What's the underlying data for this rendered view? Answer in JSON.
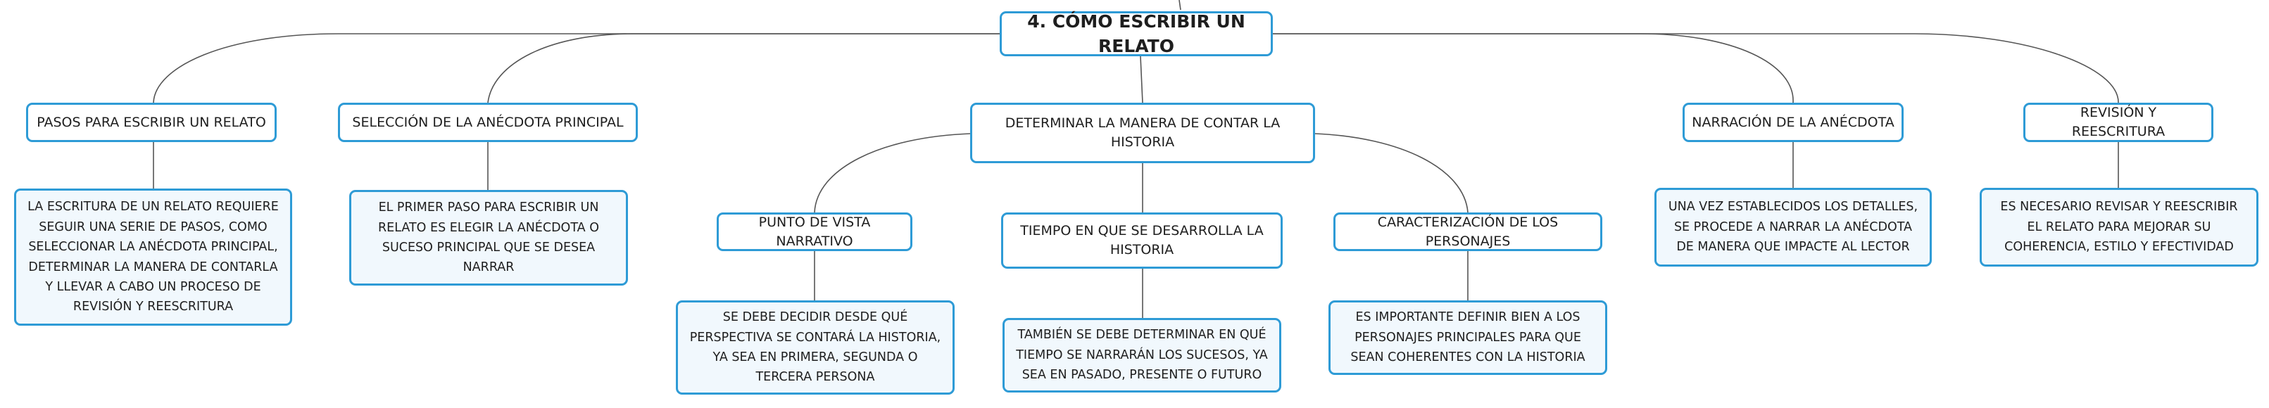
{
  "root": {
    "label": "4. CÓMO ESCRIBIR UN RELATO"
  },
  "branches": [
    {
      "label": "PASOS PARA ESCRIBIR UN RELATO",
      "detail": "LA ESCRITURA DE UN RELATO REQUIERE SEGUIR UNA SERIE DE PASOS, COMO SELECCIONAR LA ANÉCDOTA PRINCIPAL, DETERMINAR LA MANERA DE CONTARLA Y LLEVAR A CABO UN PROCESO DE REVISIÓN Y REESCRITURA"
    },
    {
      "label": "SELECCIÓN DE LA ANÉCDOTA PRINCIPAL",
      "detail": "EL PRIMER PASO PARA ESCRIBIR UN RELATO ES ELEGIR LA ANÉCDOTA O SUCESO PRINCIPAL QUE SE DESEA NARRAR"
    },
    {
      "label": "DETERMINAR LA MANERA DE CONTAR LA HISTORIA",
      "children": [
        {
          "label": "PUNTO DE VISTA NARRATIVO",
          "detail": "SE DEBE DECIDIR DESDE QUÉ PERSPECTIVA SE CONTARÁ LA HISTORIA, YA SEA EN PRIMERA, SEGUNDA O TERCERA PERSONA"
        },
        {
          "label": "TIEMPO EN QUE SE DESARROLLA LA HISTORIA",
          "detail": "TAMBIÉN SE DEBE DETERMINAR EN QUÉ TIEMPO SE NARRARÁN LOS SUCESOS, YA SEA EN PASADO, PRESENTE O FUTURO"
        },
        {
          "label": "CARACTERIZACIÓN DE LOS PERSONAJES",
          "detail": "ES IMPORTANTE DEFINIR BIEN A LOS PERSONAJES PRINCIPALES PARA QUE SEAN COHERENTES CON LA HISTORIA"
        }
      ]
    },
    {
      "label": "NARRACIÓN DE LA ANÉCDOTA",
      "detail": "UNA VEZ ESTABLECIDOS LOS DETALLES, SE PROCEDE A NARRAR LA ANÉCDOTA DE MANERA QUE IMPACTE AL LECTOR"
    },
    {
      "label": "REVISIÓN Y REESCRITURA",
      "detail": "ES NECESARIO REVISAR Y REESCRIBIR EL RELATO PARA MEJORAR SU COHERENCIA, ESTILO Y EFECTIVIDAD"
    }
  ],
  "colors": {
    "border": "#2e9bd6",
    "detail_fill": "#f1f8fd",
    "connector": "#555555"
  }
}
